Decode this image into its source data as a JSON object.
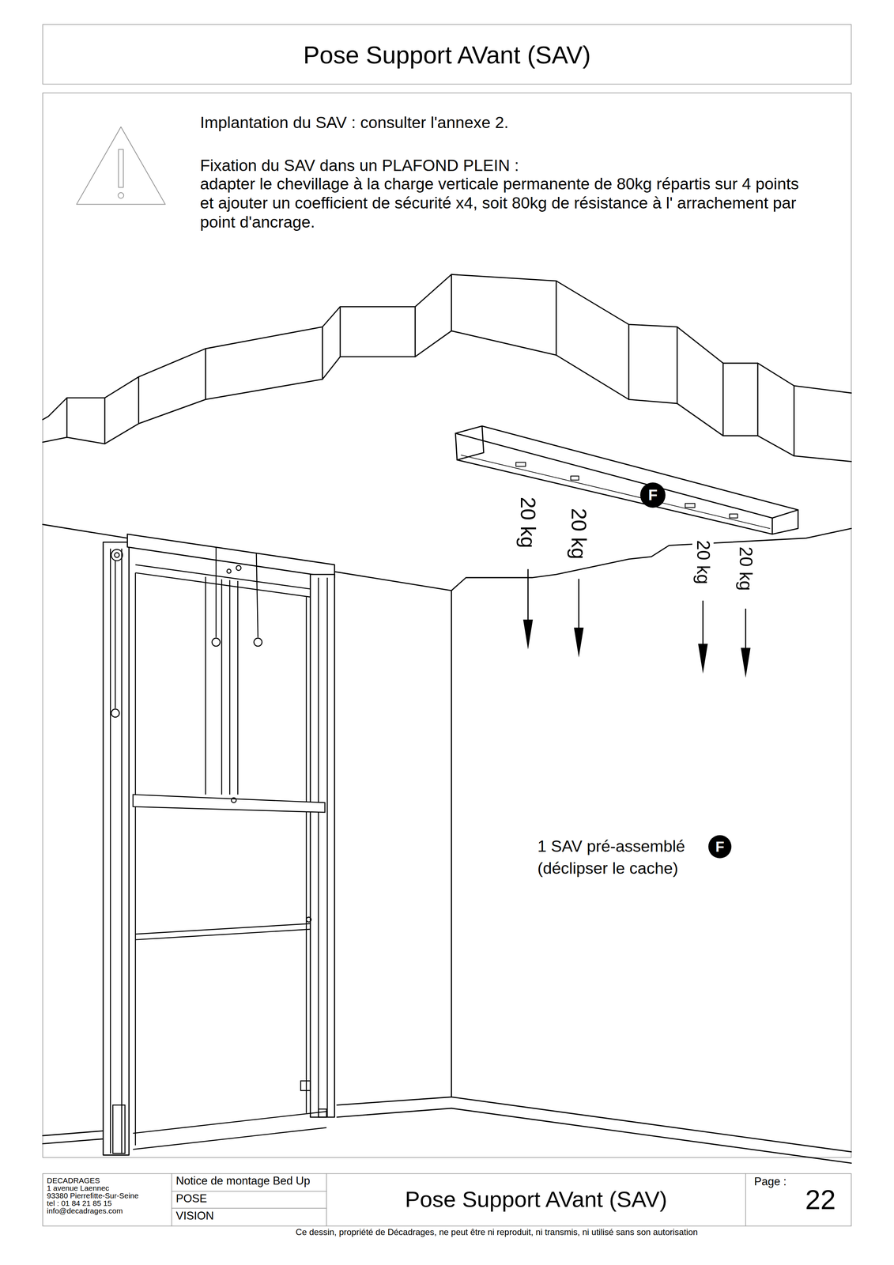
{
  "diagram": {
    "title": "Pose Support AVant (SAV)",
    "nodes": [
      {
        "text": [
          "DECADRAGES",
          "1 avenue Laennec",
          "93380 Pierrefitte-Sur-Seine",
          "tel : 01 84 21 85 15",
          "info@decadrages.com"
        ]
      },
      {
        "text": [
          "Notice de montage Bed Up"
        ]
      },
      {
        "text": [
          "POSE"
        ]
      },
      {
        "text": [
          "VISION"
        ]
      },
      {
        "text": [
          "Pose Support AVant (SAV)"
        ]
      },
      {
        "text": [
          "Page :",
          "22"
        ]
      },
      {
        "text": [
          "F"
        ]
      },
      {
        "text": [
          "F"
        ]
      }
    ],
    "labels": [
      "Implantation du SAV : consulter l'annexe 2.",
      "Fixation du SAV dans un PLAFOND PLEIN :",
      "adapter le chevillage à la charge verticale permanente de 80kg répartis sur 4 points et ajouter un coefficient de sécurité x4, soit 80kg de résistance à l' arrachement par point d'ancrage.",
      "20 kg",
      "20 kg",
      "20 kg",
      "20 kg",
      "1 SAV pré-assemblé",
      "(déclipser le cache)",
      "Ce dessin, propriété de Décadrages, ne peut être ni reproduit, ni transmis, ni utilisé sans son autorisation"
    ]
  }
}
